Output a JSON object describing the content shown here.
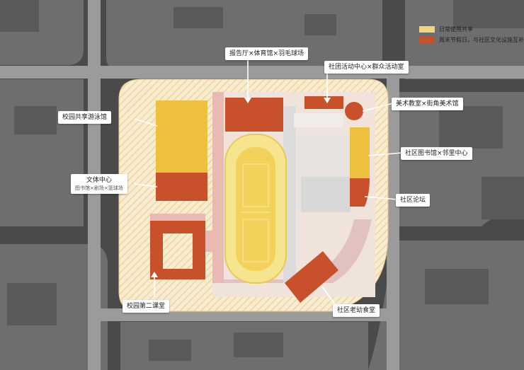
{
  "legend": {
    "items": [
      {
        "label": "日常使用共享",
        "color": "#f0d77e"
      },
      {
        "label": "周末节假日，与社区文化设施互补",
        "color": "#c8512c"
      }
    ]
  },
  "labels": {
    "baogaoting": "报告厅×体育馆×羽毛球场",
    "shetuan": "社团活动中心×群众活动室",
    "meishu": "美术教室×街角美术馆",
    "youyongguan": "校园共享游泳馆",
    "wenti_title": "文体中心",
    "wenti_sub": "图书馆×剧场×篮球场",
    "tushuguan": "社区图书馆×邻里中心",
    "luntan": "社区论坛",
    "ketang": "校园第二课堂",
    "shitang": "社区老幼食堂"
  },
  "colors": {
    "background": "#4a4a4a",
    "road": "#9a9a9a",
    "block": "#707070",
    "site": "#f7eccd",
    "shared_yellow": "#edc13d",
    "weekend_red": "#c8512c",
    "track": "#f4de78",
    "pink": "#e8b4b0"
  }
}
